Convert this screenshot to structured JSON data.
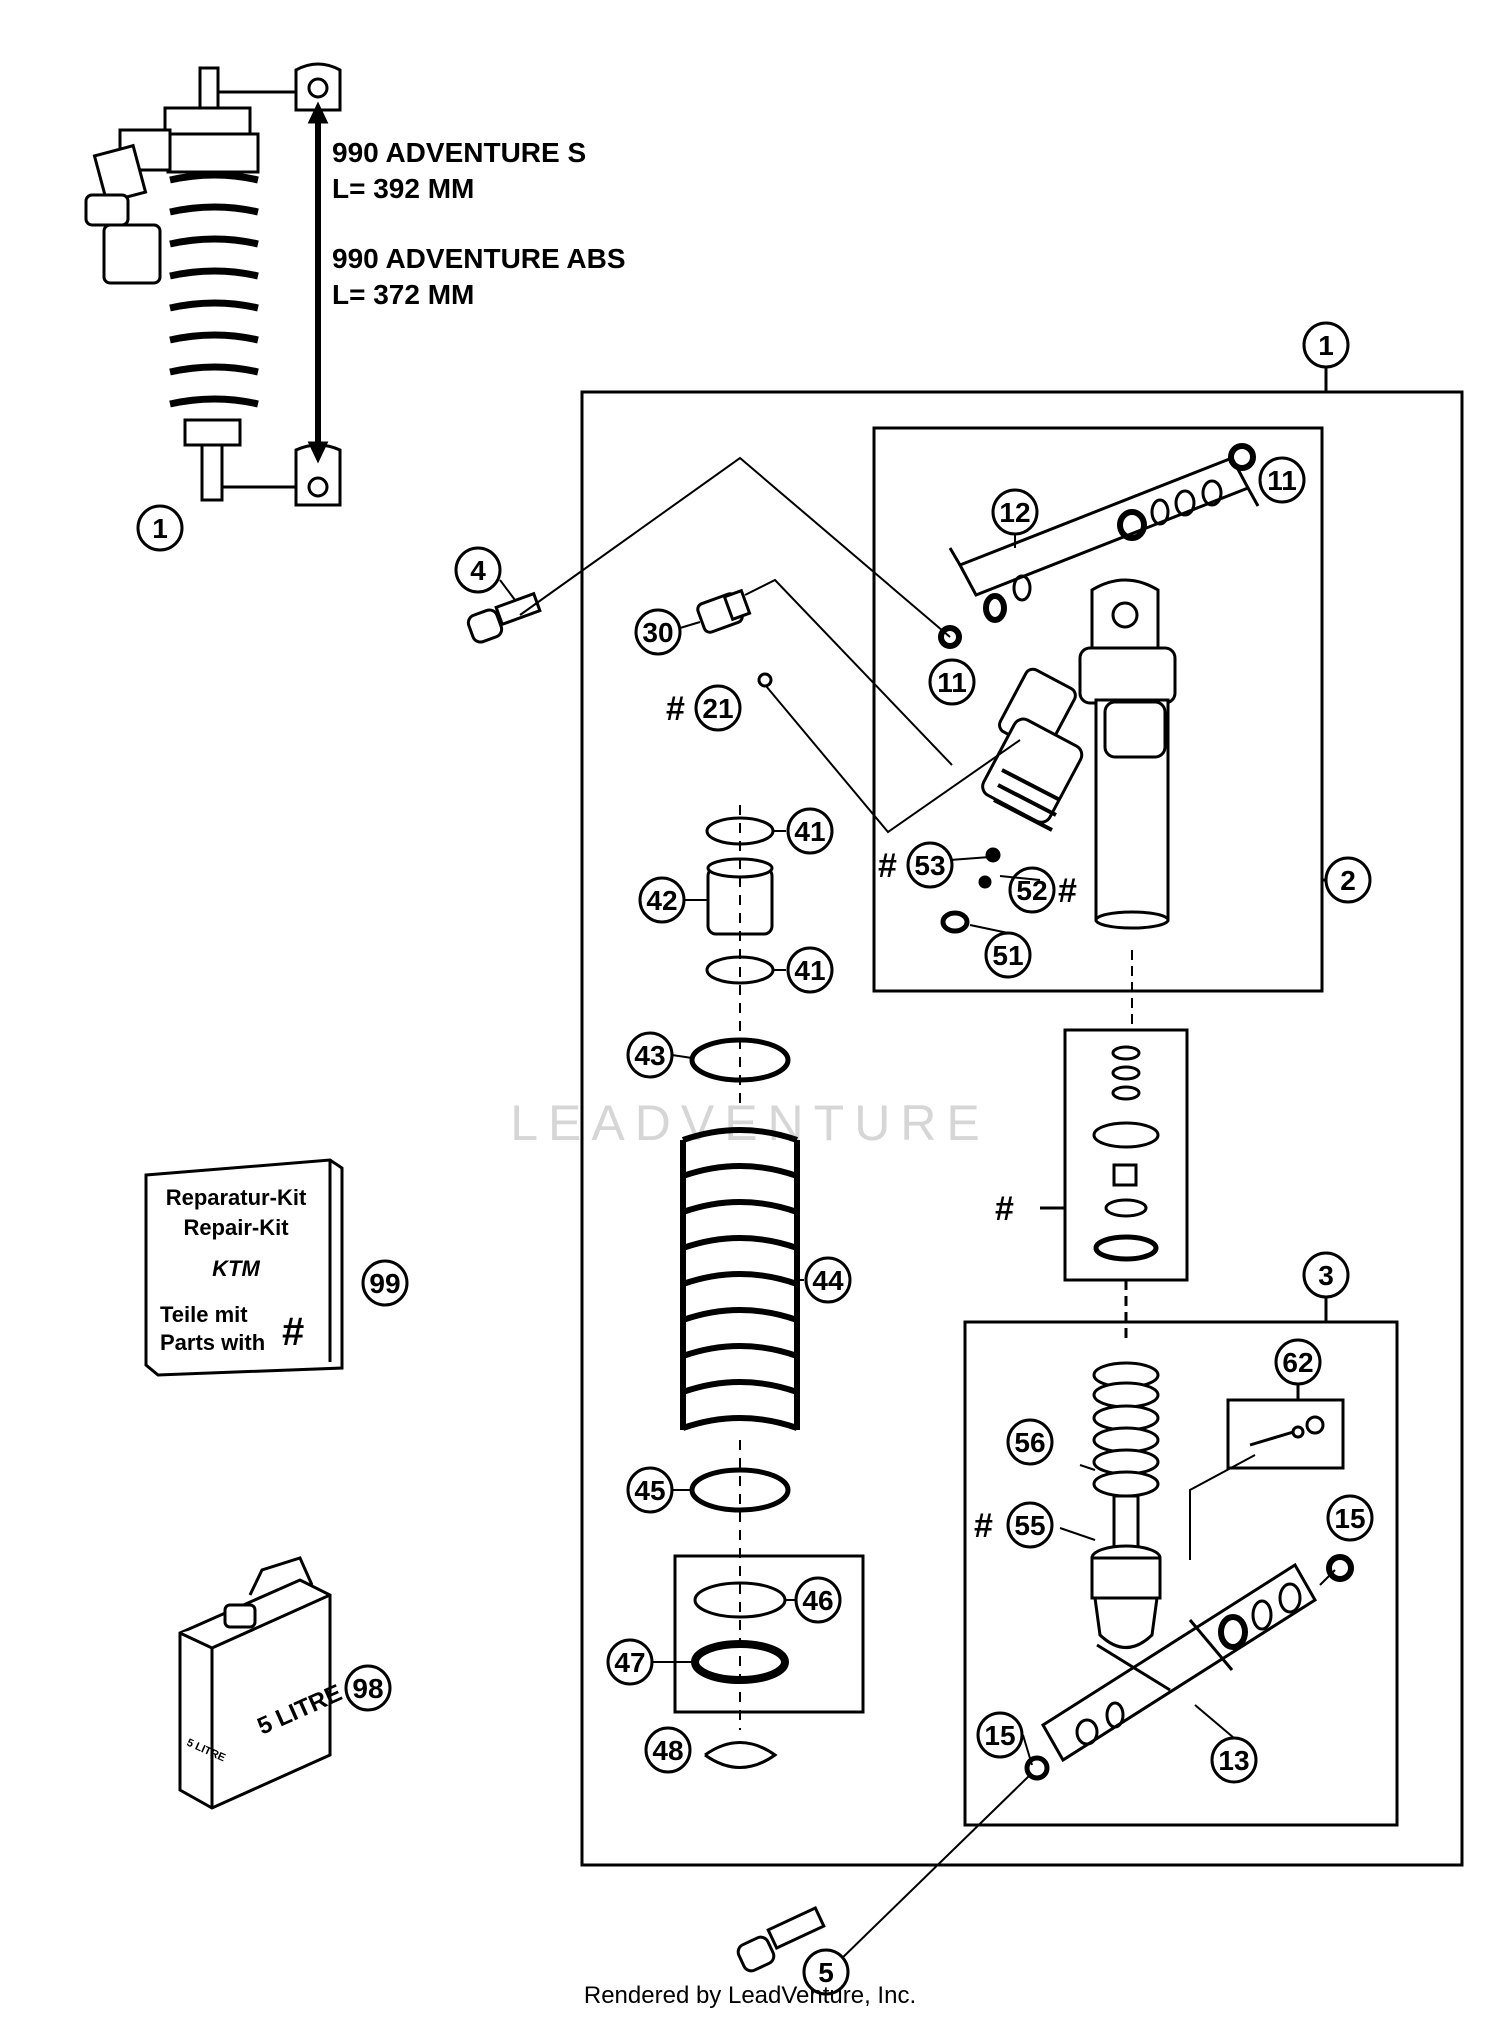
{
  "notes": {
    "line1": "990 ADVENTURE S",
    "line2": "L= 392 MM",
    "line3": "990 ADVENTURE ABS",
    "line4": "L= 372 MM"
  },
  "callouts": {
    "c1_top": "1",
    "c1_main": "1",
    "c2": "2",
    "c3": "3",
    "c4": "4",
    "c5": "5",
    "c11a": "11",
    "c11b": "11",
    "c12": "12",
    "c13": "13",
    "c15a": "15",
    "c15b": "15",
    "c21": "21",
    "c30": "30",
    "c41a": "41",
    "c41b": "41",
    "c42": "42",
    "c43": "43",
    "c44": "44",
    "c45": "45",
    "c46": "46",
    "c47": "47",
    "c48": "48",
    "c51": "51",
    "c52": "52",
    "c53": "53",
    "c55": "55",
    "c56": "56",
    "c62": "62",
    "c98": "98",
    "c99": "99"
  },
  "hash": "#",
  "repair_kit": {
    "line1": "Reparatur-Kit",
    "line2": "Repair-Kit",
    "logo": "KTM",
    "line3": "Teile mit",
    "line4": "Parts with",
    "mark": "#"
  },
  "oil_can": {
    "label1": "5 LITRE",
    "label2": "5 LITRE"
  },
  "watermark": "LEADVENTURE",
  "footer": "Rendered by LeadVenture, Inc."
}
